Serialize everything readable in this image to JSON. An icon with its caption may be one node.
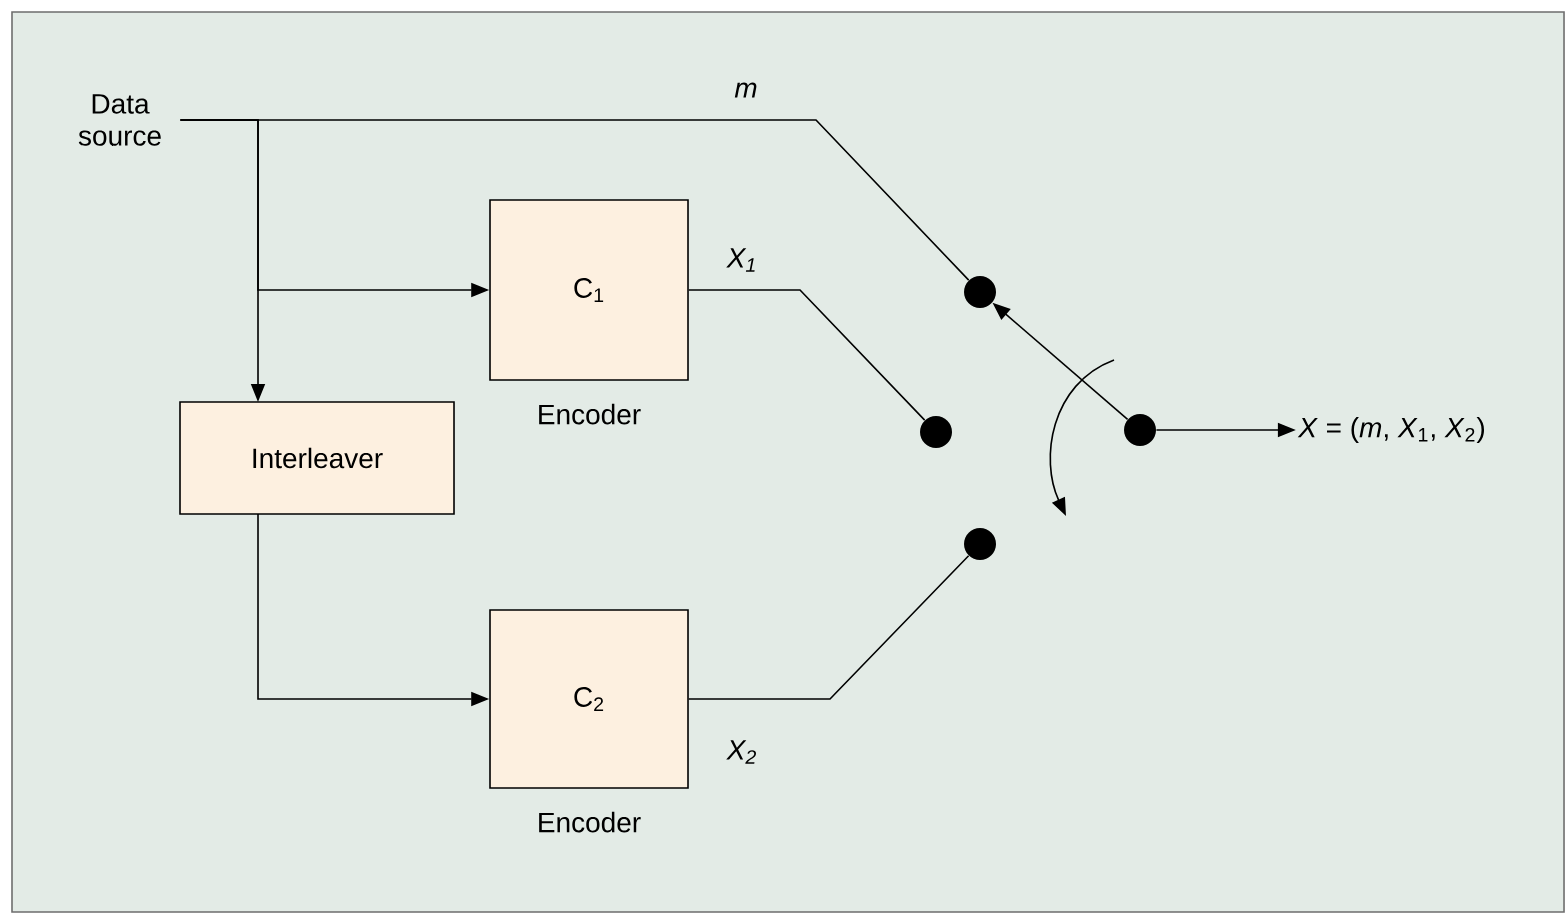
{
  "diagram": {
    "nodes": [
      {
        "text": [
          "Data source"
        ]
      },
      {
        "text": [
          "C$_{1}$"
        ],
        "beside": [
          "Encoder"
        ]
      },
      {
        "text": [
          "Interleaver"
        ]
      },
      {
        "text": [
          "C$_{2}$"
        ],
        "beside": [
          "Encoder"
        ]
      },
      {
        "text": [],
        "shape": "circle"
      },
      {
        "text": [],
        "shape": "circle"
      },
      {
        "text": [],
        "shape": "circle"
      },
      {
        "text": [],
        "shape": "circle"
      },
      {
        "text": [
          "*X* = (*m*, *X*$_{1}$, *X*$_{2}$)"
        ]
      }
    ],
    "edges": [
      {
        "from": 0,
        "to": 4,
        "arrow": "none",
        "label": "m"
      },
      {
        "from": 0,
        "to": 1,
        "arrow": "to"
      },
      {
        "from": 0,
        "to": 2,
        "arrow": "to"
      },
      {
        "from": 2,
        "to": 3,
        "arrow": "to"
      },
      {
        "from": 1,
        "to": 5,
        "arrow": "none",
        "label": "X$_{1}$"
      },
      {
        "from": 3,
        "to": 6,
        "arrow": "none",
        "label": "X$_{2}$"
      },
      {
        "from": 7,
        "to": 4,
        "arrow": "to"
      },
      {
        "from": 7,
        "to": 8,
        "arrow": "to"
      }
    ]
  }
}
